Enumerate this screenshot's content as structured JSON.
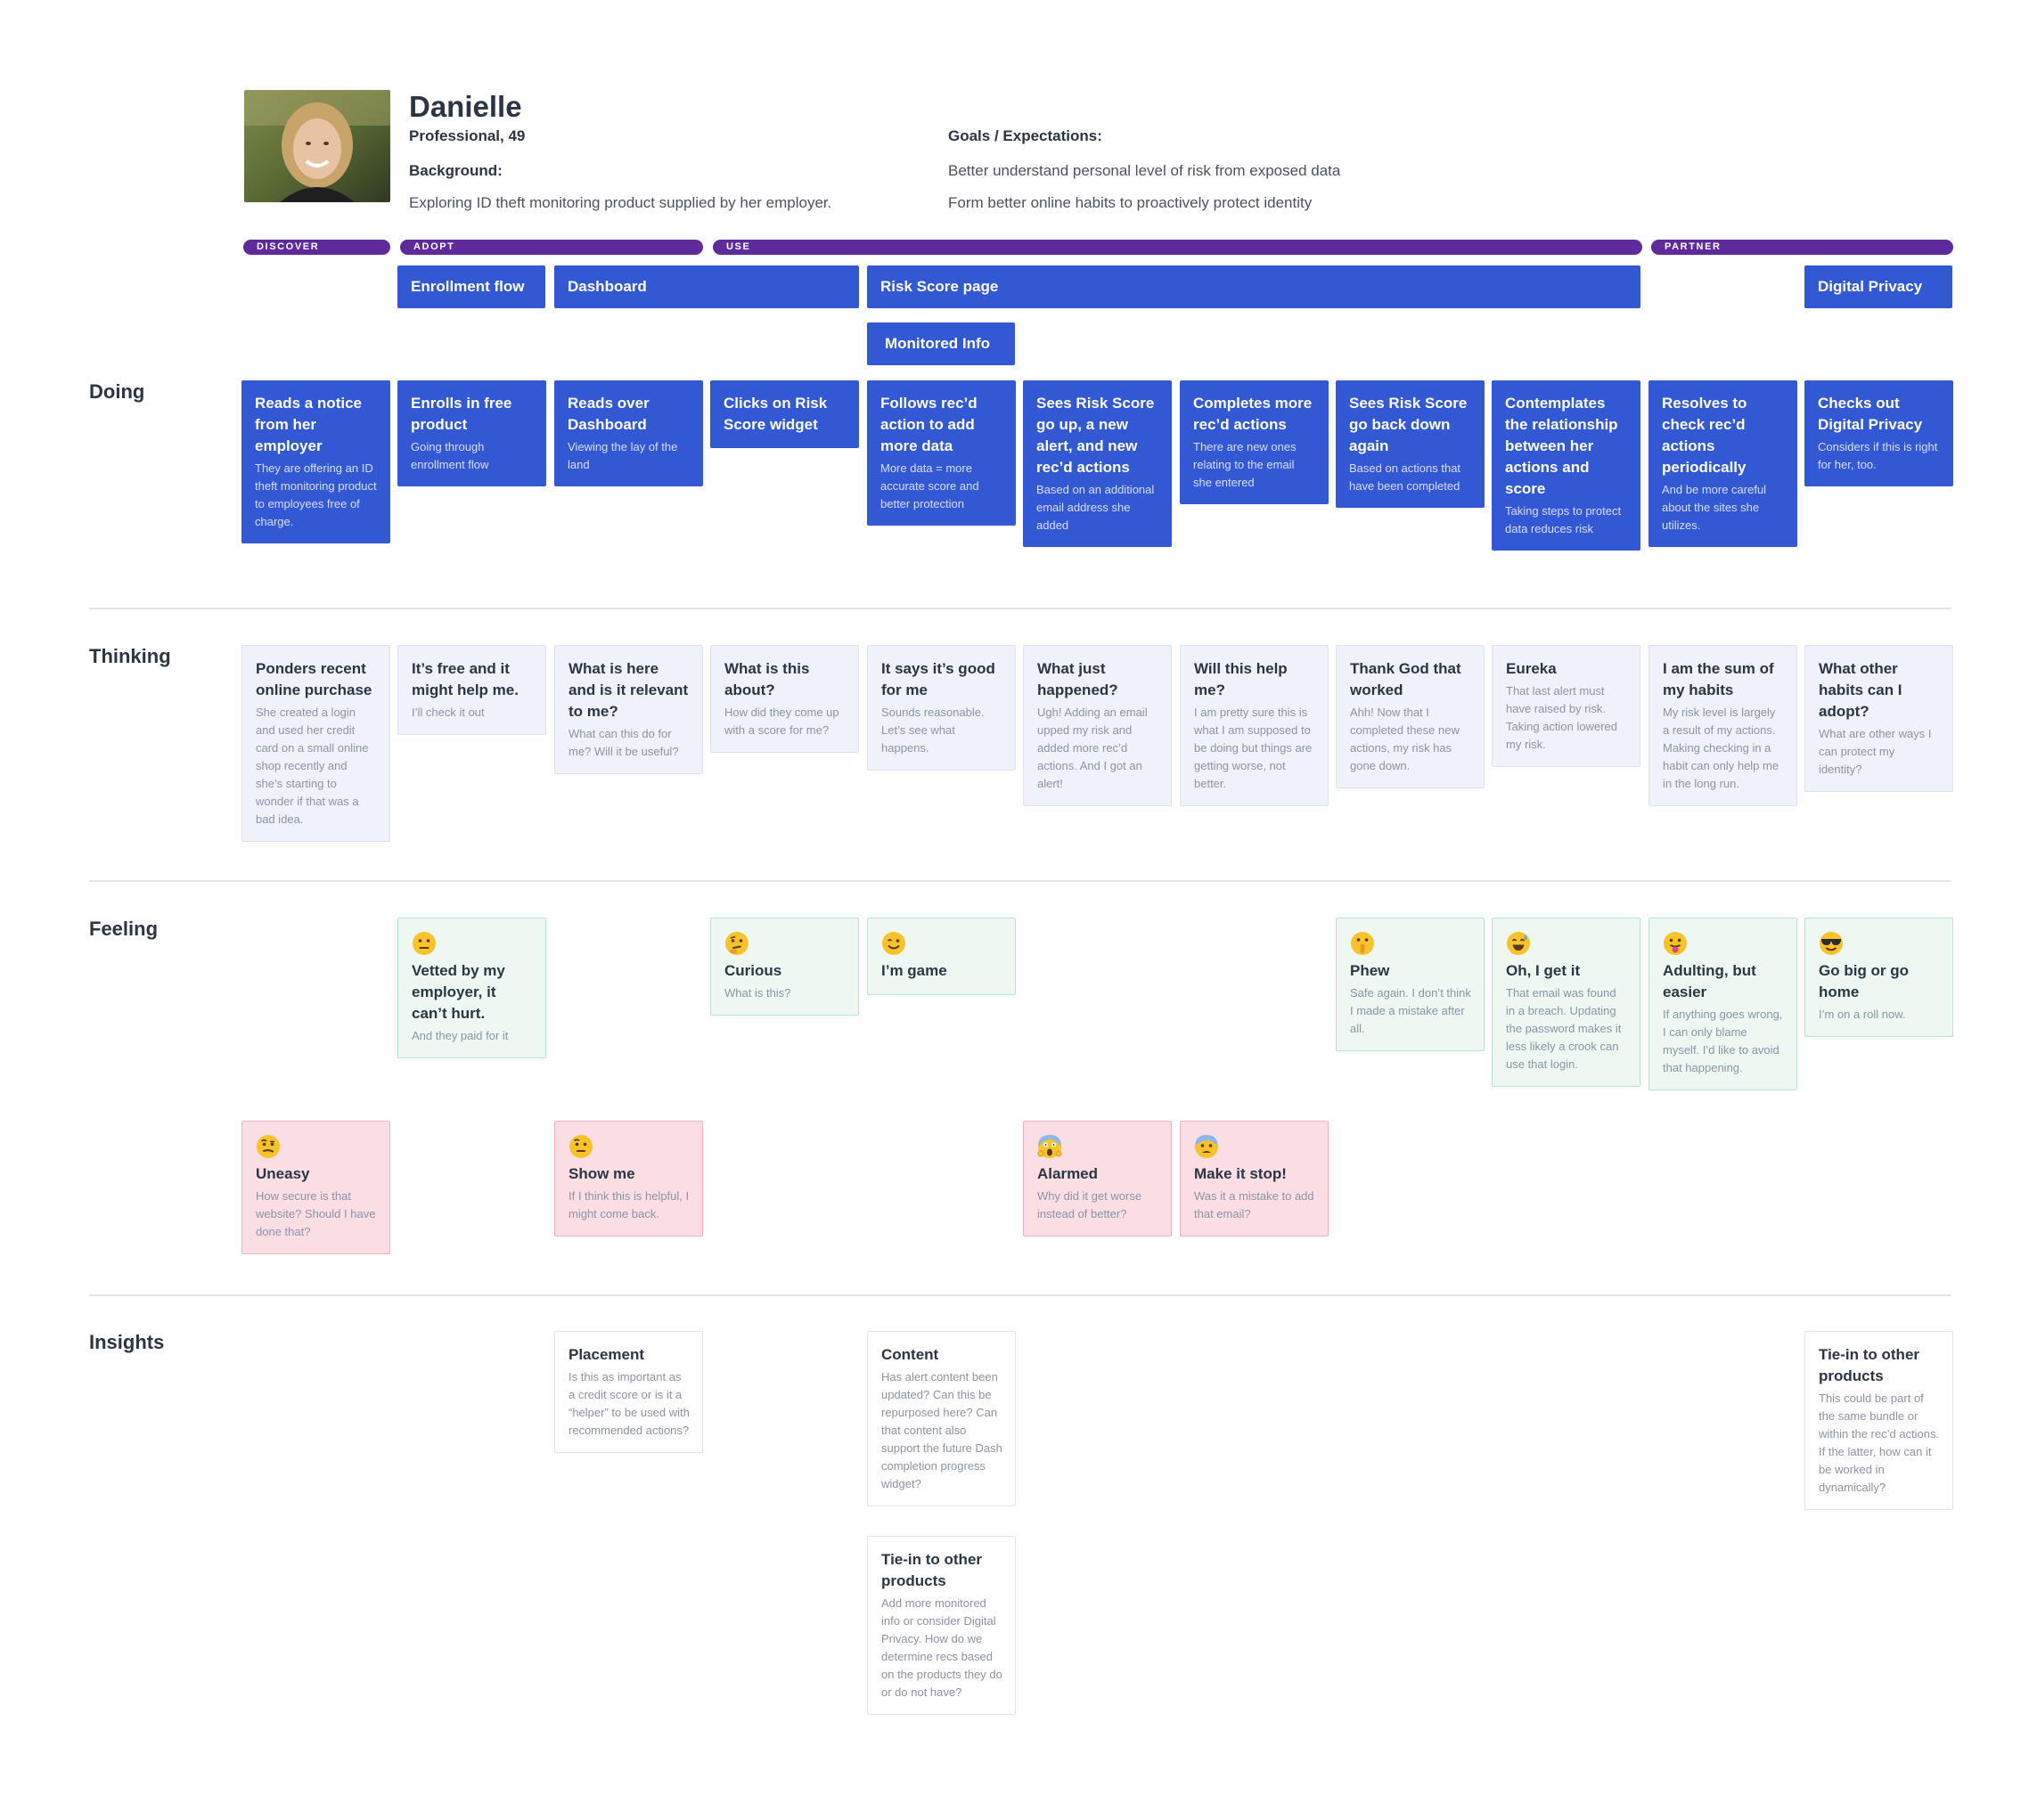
{
  "persona": {
    "name": "Danielle",
    "meta": "Professional, 49",
    "background_label": "Background:",
    "background_text": "Exploring ID theft monitoring product supplied by her employer.",
    "goals_label": "Goals / Expectations:",
    "goals": [
      "Better understand personal level of risk from exposed data",
      "Form better online habits to proactively protect identity"
    ]
  },
  "phases": [
    "DISCOVER",
    "ADOPT",
    "USE",
    "PARTNER"
  ],
  "pages": [
    "Enrollment flow",
    "Dashboard",
    "Risk Score page",
    "Monitored Info",
    "Digital Privacy"
  ],
  "rows": [
    "Doing",
    "Thinking",
    "Feeling",
    "Insights"
  ],
  "doing": [
    {
      "title": "Reads a notice from her employer",
      "desc": "They are offering an ID theft monitoring product to employees free of charge."
    },
    {
      "title": "Enrolls in free product",
      "desc": "Going through enrollment flow"
    },
    {
      "title": "Reads over Dashboard",
      "desc": "Viewing the lay of the land"
    },
    {
      "title": "Clicks on Risk Score widget",
      "desc": ""
    },
    {
      "title": "Follows rec’d action to add more data",
      "desc": "More data = more accurate score and better protection"
    },
    {
      "title": "Sees Risk Score go up, a new alert, and new rec’d actions",
      "desc": "Based on an additional email address she added"
    },
    {
      "title": "Completes more rec’d actions",
      "desc": "There are new ones relating to the email she entered"
    },
    {
      "title": "Sees Risk Score go back down again",
      "desc": "Based on actions that have been completed"
    },
    {
      "title": "Contemplates the relationship between her actions and score",
      "desc": "Taking steps to protect data reduces risk"
    },
    {
      "title": "Resolves to check rec’d actions periodically",
      "desc": "And be more careful about the sites she utilizes."
    },
    {
      "title": "Checks out Digital Privacy",
      "desc": "Considers if this is right for her, too."
    }
  ],
  "thinking": [
    {
      "title": "Ponders recent online purchase",
      "desc": "She created a login and used her credit card on a small online shop recently and she’s starting to wonder if that was a bad idea."
    },
    {
      "title": "It’s free and it might help me.",
      "desc": "I’ll check it out"
    },
    {
      "title": "What is here and is it relevant to me?",
      "desc": "What can this do for me? Will it be useful?"
    },
    {
      "title": "What is this about?",
      "desc": "How did they come up with a score for me?"
    },
    {
      "title": "It says it’s good for me",
      "desc": "Sounds reasonable. Let’s see what happens."
    },
    {
      "title": "What just happened?",
      "desc": "Ugh! Adding an email upped my risk and added more rec’d actions.  And I got an alert!"
    },
    {
      "title": "Will this help me?",
      "desc": "I am pretty sure this is what I am supposed to be doing but things are getting worse, not better."
    },
    {
      "title": "Thank God that worked",
      "desc": "Ahh! Now that I completed these new actions, my risk has gone down."
    },
    {
      "title": "Eureka",
      "desc": "That last alert must have raised by risk. Taking action lowered my risk."
    },
    {
      "title": "I am the sum of my habits",
      "desc": "My risk level is largely a result of my actions. Making checking in a habit can only help me in the long run."
    },
    {
      "title": "What other habits can I adopt?",
      "desc": "What are other ways I can protect my identity?"
    }
  ],
  "feeling_positive": [
    {
      "emoji": "😐",
      "icon": "neutral-face-icon",
      "title": "Vetted by my employer, it can’t hurt.",
      "desc": "And they paid for it"
    },
    {
      "emoji": "🤔",
      "icon": "thinking-face-icon",
      "title": "Curious",
      "desc": "What is this?"
    },
    {
      "emoji": "😉",
      "icon": "winking-face-icon",
      "title": "I’m game",
      "desc": ""
    },
    {
      "emoji": "🤫",
      "icon": "shushing-face-icon",
      "title": "Phew",
      "desc": "Safe again. I don’t think I made a mistake after all."
    },
    {
      "emoji": "😅",
      "icon": "sweat-smile-face-icon",
      "title": "Oh, I get it",
      "desc": "That email was found in a breach. Updating the password makes it less likely a crook can use that login."
    },
    {
      "emoji": "😛",
      "icon": "tongue-face-icon",
      "title": "Adulting, but easier",
      "desc": "If anything goes wrong, I can only blame myself. I’d like to avoid that happening."
    },
    {
      "emoji": "😎",
      "icon": "sunglasses-face-icon",
      "title": "Go big or go home",
      "desc": "I’m on a roll now."
    }
  ],
  "feeling_negative": [
    {
      "emoji": "🤨",
      "icon": "raised-eyebrow-face-icon",
      "title": "Uneasy",
      "desc": "How secure is that website? Should I have done that?"
    },
    {
      "emoji": "🤨",
      "icon": "skeptical-face-icon",
      "title": "Show me",
      "desc": "If I think this is helpful, I might come back."
    },
    {
      "emoji": "😱",
      "icon": "screaming-face-icon",
      "title": "Alarmed",
      "desc": "Why did it get worse instead of better?"
    },
    {
      "emoji": "😨",
      "icon": "fearful-face-icon",
      "title": "Make it stop!",
      "desc": "Was it a mistake to add that email?"
    }
  ],
  "insights": [
    {
      "title": "Placement",
      "desc": "Is this as important as a credit score or is it a “helper” to be used with recommended actions?"
    },
    {
      "title": "Content",
      "desc": "Has alert content been updated? Can this be repurposed here? Can that content also support the future Dash completion progress widget?"
    },
    {
      "title": "Tie-in to other products",
      "desc": "Add more monitored info or consider Digital Privacy. How do we determine recs based on the products they do or do not have?"
    },
    {
      "title": "Tie-in to other products",
      "desc": "This could be part of the same bundle or within the rec’d actions. If the latter, how can it be worked in dynamically?"
    }
  ],
  "colors": {
    "phase": "#5f2a9c",
    "doing": "#3358d4",
    "thinking": "#f0f2fa",
    "feel_positive": "#edf8f3",
    "feel_negative": "#fbdde4",
    "insight": "#ffffff"
  }
}
